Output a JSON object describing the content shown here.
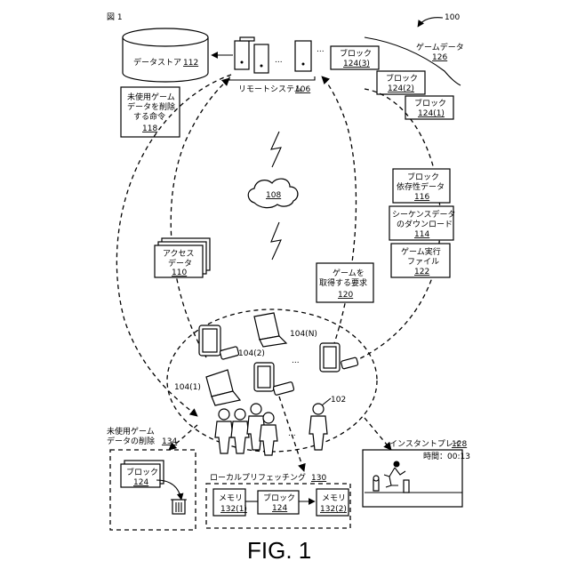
{
  "figure": {
    "label": "図 1",
    "ref": "100",
    "caption": "FIG. 1"
  },
  "datastore": {
    "label": "データストア",
    "num": "112"
  },
  "remote_system": {
    "label": "リモートシステム",
    "num": "106"
  },
  "game_data": {
    "label": "ゲームデータ",
    "num": "126"
  },
  "blocks": [
    {
      "label": "ブロック",
      "num": "124(3)"
    },
    {
      "label": "ブロック",
      "num": "124(2)"
    },
    {
      "label": "ブロック",
      "num": "124(1)"
    }
  ],
  "delete_cmd": {
    "lines": [
      "未使用ゲーム",
      "データを削除",
      "する命令"
    ],
    "num": "118"
  },
  "network": {
    "num": "108"
  },
  "block_dependency": {
    "lines": [
      "ブロック",
      "依存性データ"
    ],
    "num": "116"
  },
  "sequence_download": {
    "lines": [
      "シーケンスデータ",
      "のダウンロード"
    ],
    "num": "114"
  },
  "game_executable": {
    "lines": [
      "ゲーム実行",
      "ファイル"
    ],
    "num": "122"
  },
  "access_data": {
    "lines": [
      "アクセス",
      "データ"
    ],
    "num": "110"
  },
  "get_game_request": {
    "lines": [
      "ゲームを",
      "取得する要求"
    ],
    "num": "120"
  },
  "devices": {
    "d1": "104(1)",
    "d2": "104(2)",
    "dn": "104(N)",
    "users": "102",
    "ellipsis": "..."
  },
  "unused_delete": {
    "lines": [
      "未使用ゲーム",
      "データの削除"
    ],
    "num": "134",
    "block_label": "ブロック",
    "block_num": "124"
  },
  "local_prefetch": {
    "label": "ローカルプリフェッチング",
    "num": "130",
    "memory1_label": "メモリ",
    "memory1_num": "132(1)",
    "block_label": "ブロック",
    "block_num": "124",
    "memory2_label": "メモリ",
    "memory2_num": "132(2)"
  },
  "instant_play": {
    "label": "インスタントプレイ",
    "num": "128",
    "time": "時間：00:13"
  }
}
